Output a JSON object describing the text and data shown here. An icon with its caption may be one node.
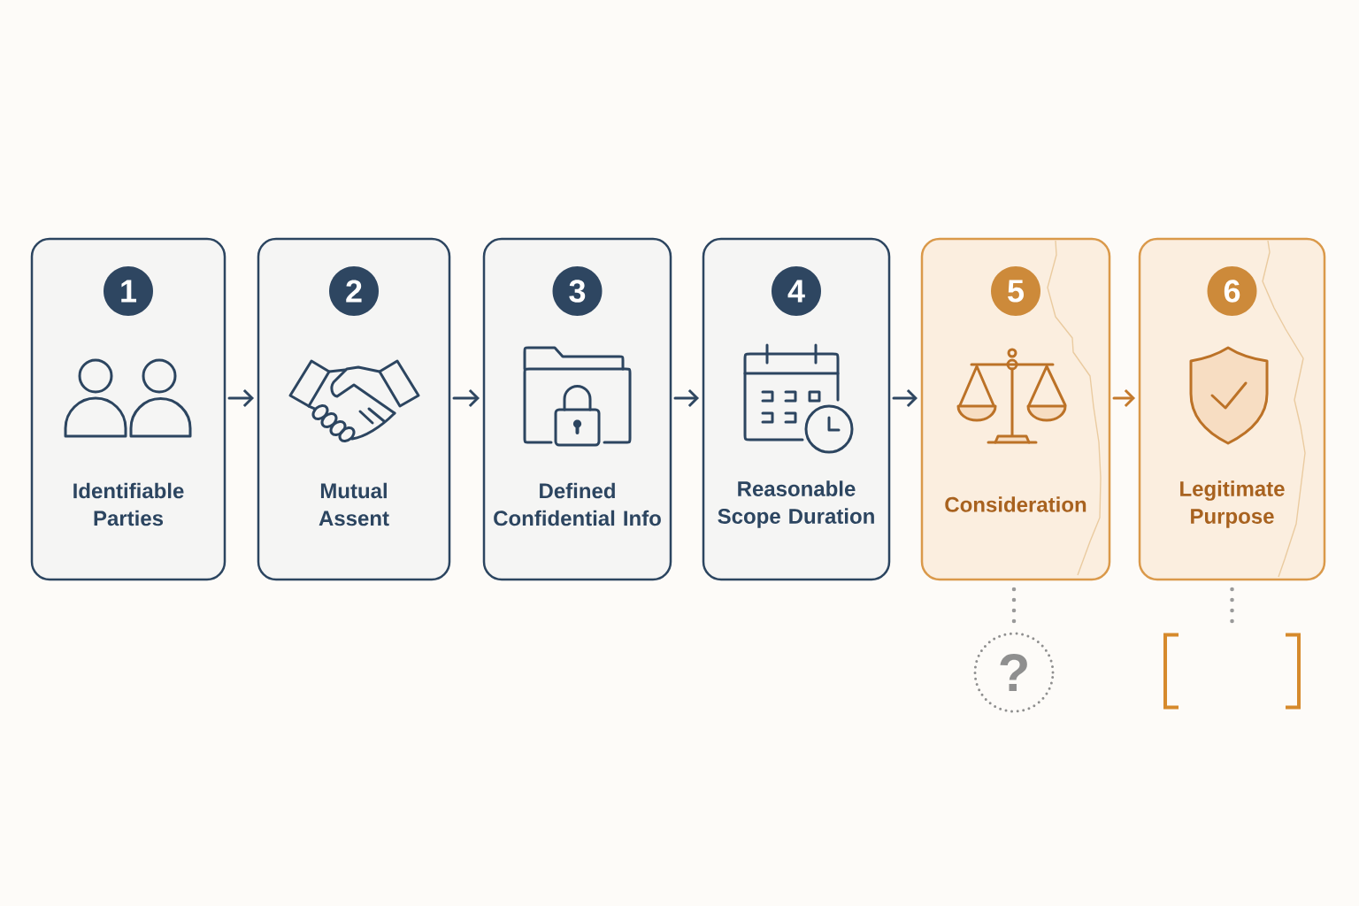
{
  "diagram": {
    "nodes": [
      {
        "text": [
          "Identifiable Parties"
        ]
      },
      {
        "text": [
          "Mutual Assent"
        ]
      },
      {
        "text": [
          "Defined Confidential Info"
        ]
      },
      {
        "text": [
          "Reasonable Scope Duration"
        ]
      },
      {
        "text": [
          "Consideration"
        ]
      },
      {
        "text": [
          "Legitimate Purpose"
        ]
      },
      {
        "text": [
          "1"
        ],
        "in": 0
      },
      {
        "text": [
          "2"
        ],
        "in": 1
      },
      {
        "text": [
          "3"
        ],
        "in": 2
      },
      {
        "text": [
          "4"
        ],
        "in": 3
      },
      {
        "text": [
          "5"
        ],
        "in": 4
      },
      {
        "text": [
          "6"
        ],
        "in": 5
      },
      {
        "text": [
          "?"
        ]
      },
      {
        "text": [],
        "shape": "bracket"
      }
    ],
    "edges": [
      {
        "from": 0,
        "to": 1,
        "arrow": "to"
      },
      {
        "from": 1,
        "to": 2,
        "arrow": "to"
      },
      {
        "from": 2,
        "to": 3,
        "arrow": "to"
      },
      {
        "from": 3,
        "to": 4,
        "arrow": "to"
      },
      {
        "from": 4,
        "to": 5,
        "arrow": "to",
        "color": "#c47a2c"
      },
      {
        "from": 4,
        "to": 12,
        "arrow": "none",
        "style": "dashed",
        "color": "#9a9a9a"
      },
      {
        "from": 5,
        "to": 13,
        "arrow": "none",
        "style": "dashed",
        "color": "#9a9a9a"
      }
    ]
  }
}
